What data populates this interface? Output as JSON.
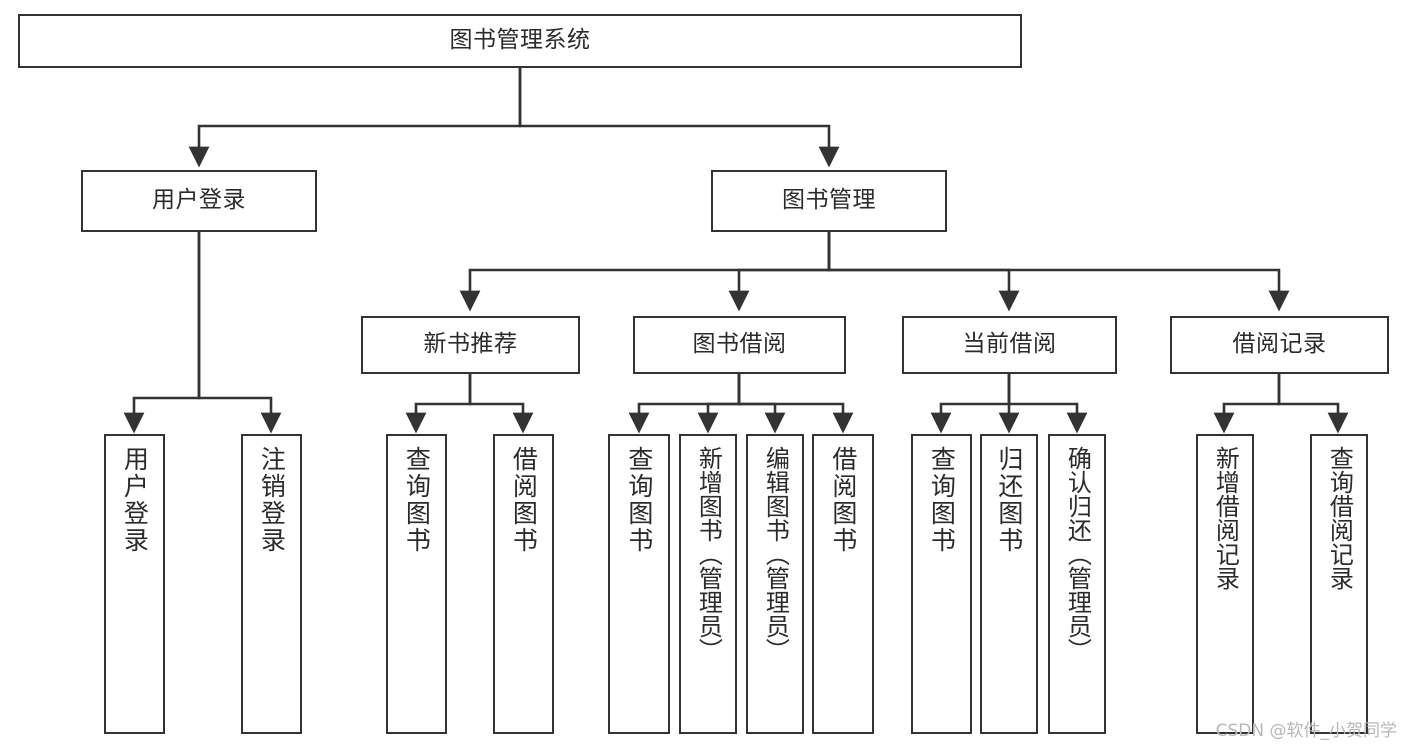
{
  "diagram": {
    "title": "图书管理系统",
    "type": "tree-hierarchy-chart",
    "orientation": "top-down",
    "colors": {
      "stroke": "#333333",
      "fill": "#ffffff",
      "text": "#2b2b2b",
      "watermark": "#b8b8b8"
    },
    "levels": [
      {
        "level": 1,
        "nodes": [
          {
            "id": "root",
            "label": "图书管理系统",
            "text_orientation": "horizontal"
          }
        ]
      },
      {
        "level": 2,
        "nodes": [
          {
            "id": "user-login",
            "label": "用户登录",
            "text_orientation": "horizontal"
          },
          {
            "id": "book-manage",
            "label": "图书管理",
            "text_orientation": "horizontal"
          }
        ]
      },
      {
        "level": 3,
        "nodes": [
          {
            "id": "new-book-rec",
            "label": "新书推荐",
            "text_orientation": "horizontal"
          },
          {
            "id": "book-borrow",
            "label": "图书借阅",
            "text_orientation": "horizontal"
          },
          {
            "id": "current-borrow",
            "label": "当前借阅",
            "text_orientation": "horizontal"
          },
          {
            "id": "borrow-record",
            "label": "借阅记录",
            "text_orientation": "horizontal"
          }
        ]
      },
      {
        "level": 4,
        "nodes": [
          {
            "id": "leaf-user-login",
            "label": "用户登录",
            "text_orientation": "vertical",
            "parent": "user-login"
          },
          {
            "id": "leaf-user-logout",
            "label": "注销登录",
            "text_orientation": "vertical",
            "parent": "user-login"
          },
          {
            "id": "leaf-query-book-1",
            "label": "查询图书",
            "text_orientation": "vertical",
            "parent": "new-book-rec"
          },
          {
            "id": "leaf-borrow-book-1",
            "label": "借阅图书",
            "text_orientation": "vertical",
            "parent": "new-book-rec"
          },
          {
            "id": "leaf-query-book-2",
            "label": "查询图书",
            "text_orientation": "vertical",
            "parent": "book-borrow"
          },
          {
            "id": "leaf-add-book",
            "label": "新增图书（管理员）",
            "text_orientation": "vertical",
            "parent": "book-borrow"
          },
          {
            "id": "leaf-edit-book",
            "label": "编辑图书（管理员）",
            "text_orientation": "vertical",
            "parent": "book-borrow"
          },
          {
            "id": "leaf-borrow-book-2",
            "label": "借阅图书",
            "text_orientation": "vertical",
            "parent": "book-borrow"
          },
          {
            "id": "leaf-query-book-3",
            "label": "查询图书",
            "text_orientation": "vertical",
            "parent": "current-borrow"
          },
          {
            "id": "leaf-return-book",
            "label": "归还图书",
            "text_orientation": "vertical",
            "parent": "current-borrow"
          },
          {
            "id": "leaf-confirm-return",
            "label": "确认归还（管理员）",
            "text_orientation": "vertical",
            "parent": "current-borrow"
          },
          {
            "id": "leaf-add-record",
            "label": "新增借阅记录",
            "text_orientation": "vertical",
            "parent": "borrow-record"
          },
          {
            "id": "leaf-query-record",
            "label": "查询借阅记录",
            "text_orientation": "vertical",
            "parent": "borrow-record"
          }
        ]
      }
    ],
    "edges": [
      {
        "from": "root",
        "to": "user-login"
      },
      {
        "from": "root",
        "to": "book-manage"
      },
      {
        "from": "book-manage",
        "to": "new-book-rec"
      },
      {
        "from": "book-manage",
        "to": "book-borrow"
      },
      {
        "from": "book-manage",
        "to": "current-borrow"
      },
      {
        "from": "book-manage",
        "to": "borrow-record"
      },
      {
        "from": "user-login",
        "to": "leaf-user-login"
      },
      {
        "from": "user-login",
        "to": "leaf-user-logout"
      },
      {
        "from": "new-book-rec",
        "to": "leaf-query-book-1"
      },
      {
        "from": "new-book-rec",
        "to": "leaf-borrow-book-1"
      },
      {
        "from": "book-borrow",
        "to": "leaf-query-book-2"
      },
      {
        "from": "book-borrow",
        "to": "leaf-add-book"
      },
      {
        "from": "book-borrow",
        "to": "leaf-edit-book"
      },
      {
        "from": "book-borrow",
        "to": "leaf-borrow-book-2"
      },
      {
        "from": "current-borrow",
        "to": "leaf-query-book-3"
      },
      {
        "from": "current-borrow",
        "to": "leaf-return-book"
      },
      {
        "from": "current-borrow",
        "to": "leaf-confirm-return"
      },
      {
        "from": "borrow-record",
        "to": "leaf-add-record"
      },
      {
        "from": "borrow-record",
        "to": "leaf-query-record"
      }
    ]
  },
  "watermark": {
    "text": "CSDN @软件_小贺同学"
  }
}
